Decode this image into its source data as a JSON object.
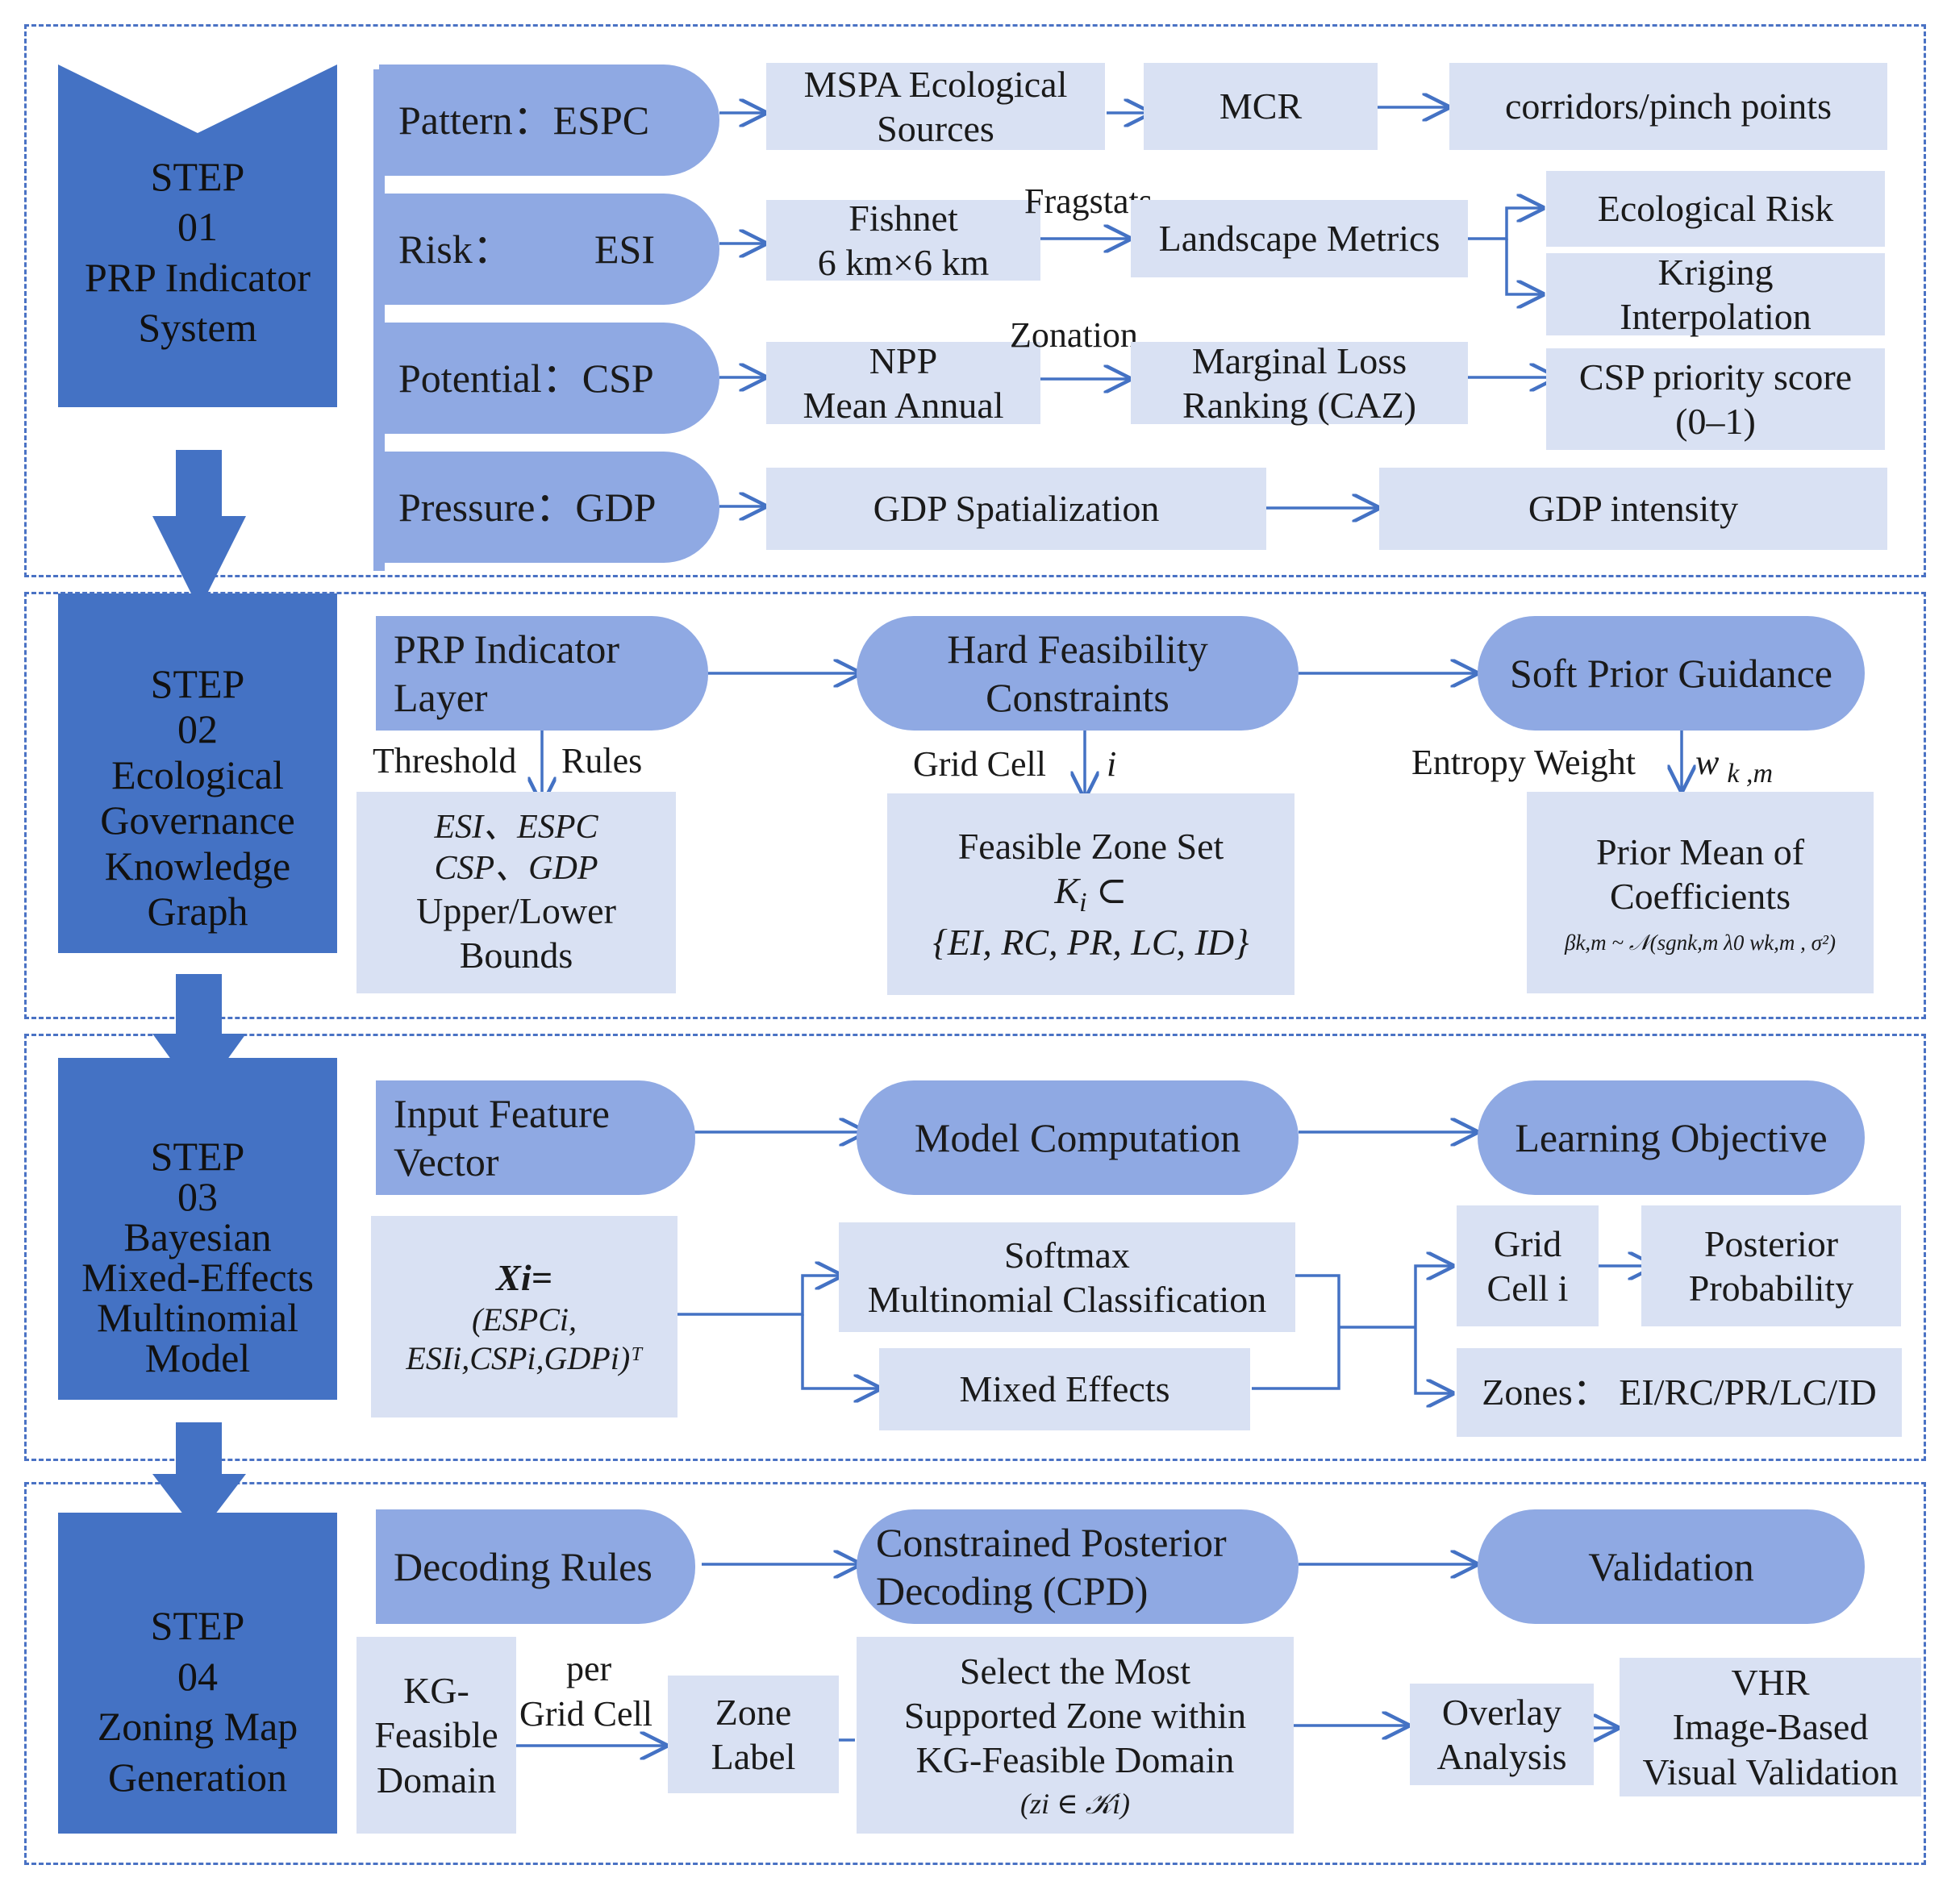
{
  "steps": [
    {
      "lines": [
        "STEP",
        "01",
        "PRP Indicator",
        "System"
      ]
    },
    {
      "lines": [
        "STEP",
        "02",
        "Ecological",
        "Governance",
        "Knowledge",
        "Graph"
      ]
    },
    {
      "lines": [
        "STEP",
        "03",
        "Bayesian",
        "Mixed-Effects",
        "Multinomial",
        "Model"
      ]
    },
    {
      "lines": [
        "STEP",
        "04",
        "Zoning Map",
        "Generation"
      ]
    }
  ],
  "step1": {
    "rows": [
      {
        "label_a": "Pattern：",
        "label_b": "ESPC"
      },
      {
        "label_a": "Risk：",
        "label_b": "ESI"
      },
      {
        "label_a": "Potential：",
        "label_b": "CSP"
      },
      {
        "label_a": "Pressure：",
        "label_b": "GDP"
      }
    ],
    "mspa": [
      "MSPA Ecological",
      "Sources"
    ],
    "mcr": "MCR",
    "corridors": "corridors/pinch points",
    "fishnet": [
      "Fishnet",
      "6 km×6 km"
    ],
    "fragstats": "Fragstats",
    "landscape": "Landscape Metrics",
    "eco_risk": "Ecological Risk",
    "kriging": [
      "Kriging",
      "Interpolation"
    ],
    "npp": [
      "NPP",
      "Mean Annual"
    ],
    "zonation": "Zonation",
    "marginal": [
      "Marginal Loss",
      "Ranking (CAZ)"
    ],
    "csp_score": [
      "CSP  priority score",
      "(0–1)"
    ],
    "gdp_spatial": "GDP Spatialization",
    "gdp_intensity": "GDP intensity"
  },
  "step2": {
    "prp_layer": [
      "PRP Indicator",
      "Layer"
    ],
    "hard": [
      "Hard Feasibility",
      "Constraints"
    ],
    "soft": "Soft Prior Guidance",
    "threshold": "Threshold",
    "rules": "Rules",
    "grid_cell": "Grid Cell",
    "grid_i": "i",
    "entropy": "Entropy Weight",
    "w_sym": "w",
    "w_sub": "k ,m",
    "bounds_vars": [
      "ESI、ESPC",
      "CSP、GDP"
    ],
    "bounds_text": [
      "Upper/Lower",
      "Bounds"
    ],
    "feasible_title": "Feasible Zone Set",
    "feasible_k": "K",
    "feasible_k_sub": "i",
    "feasible_subset": "⊂",
    "feasible_set": "{EI, RC, PR, LC, ID}",
    "prior_title": [
      "Prior Mean of",
      "Coefficients"
    ],
    "prior_formula": "βk,m ~ 𝒩(sgnk,m λ0 wk,m , σ²)"
  },
  "step3": {
    "input": [
      "Input Feature",
      "Vector"
    ],
    "model": "Model Computation",
    "learning": "Learning Objective",
    "x_head": "Xi=",
    "x_line1": "(ESPCi,",
    "x_line2": "ESIi,CSPi,GDPi)ᵀ",
    "softmax": [
      "Softmax",
      "Multinomial Classification"
    ],
    "mixed": "Mixed Effects",
    "grid_cell": [
      "Grid",
      "Cell i"
    ],
    "posterior": [
      "Posterior",
      "Probability"
    ],
    "zones": "Zones：  EI/RC/PR/LC/ID"
  },
  "step4": {
    "decoding": "Decoding Rules",
    "cpd": [
      "Constrained Posterior",
      "Decoding (CPD)"
    ],
    "validation": "Validation",
    "kg": [
      "KG-",
      "Feasible",
      "Domain"
    ],
    "per": "per",
    "per_grid": "Grid Cell",
    "zone_label": [
      "Zone",
      "Label"
    ],
    "select": [
      "Select the Most",
      "Supported Zone within",
      "KG-Feasible Domain"
    ],
    "select_formula": "(zi ∈ 𝒦i)",
    "overlay": [
      "Overlay",
      "Analysis"
    ],
    "vhr": [
      "VHR",
      "Image-Based",
      "Visual Validation"
    ]
  },
  "colors": {
    "step": "#4472c4",
    "medium": "#8fa9e3",
    "light": "#d9e1f3",
    "arrow": "#4472c4",
    "frame": "#4a72c4"
  }
}
